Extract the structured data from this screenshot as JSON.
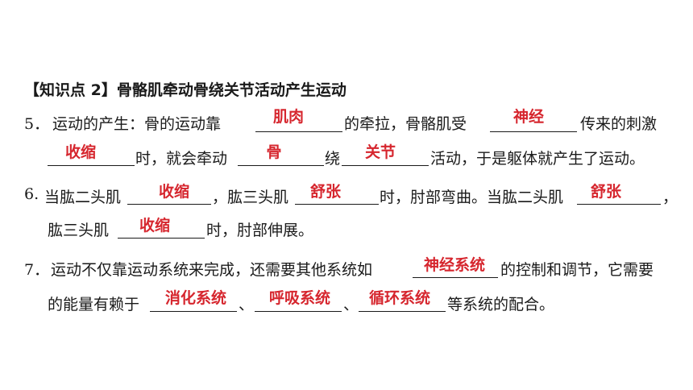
{
  "heading": "【知识点 2】骨骼肌牵动骨绕关节活动产生运动",
  "q5": {
    "num": "5．",
    "t1": "运动的产生：骨的运动靠",
    "a1": "肌肉",
    "t2": "的牵拉，骨骼肌受",
    "a2": "神经",
    "t3": "传来的刺激",
    "a3": "收缩",
    "t4": "时，就会牵动",
    "a4": "骨",
    "t5": "绕",
    "a5": "关节",
    "t6": "活动，于是躯体就产生了运动。"
  },
  "q6": {
    "num": "6.",
    "t1": "当肱二头肌",
    "a1": "收缩",
    "t2": "，肱三头肌",
    "a2": "舒张",
    "t3": "时，肘部弯曲。当肱二头肌",
    "a3": "舒张",
    "t4": "，",
    "t5": "肱三头肌",
    "a4": "收缩",
    "t6": "时，肘部伸展。"
  },
  "q7": {
    "num": "7．",
    "t1": "运动不仅靠运动系统来完成，还需要其他系统如",
    "a1": "神经系统",
    "t2": "的控制和调节，它需要",
    "t3": "的能量有赖于",
    "a2": "消化系统",
    "sep1": "、",
    "a3": "呼吸系统",
    "sep2": "、",
    "a4": "循环系统",
    "t4": "等系统的配合。"
  }
}
